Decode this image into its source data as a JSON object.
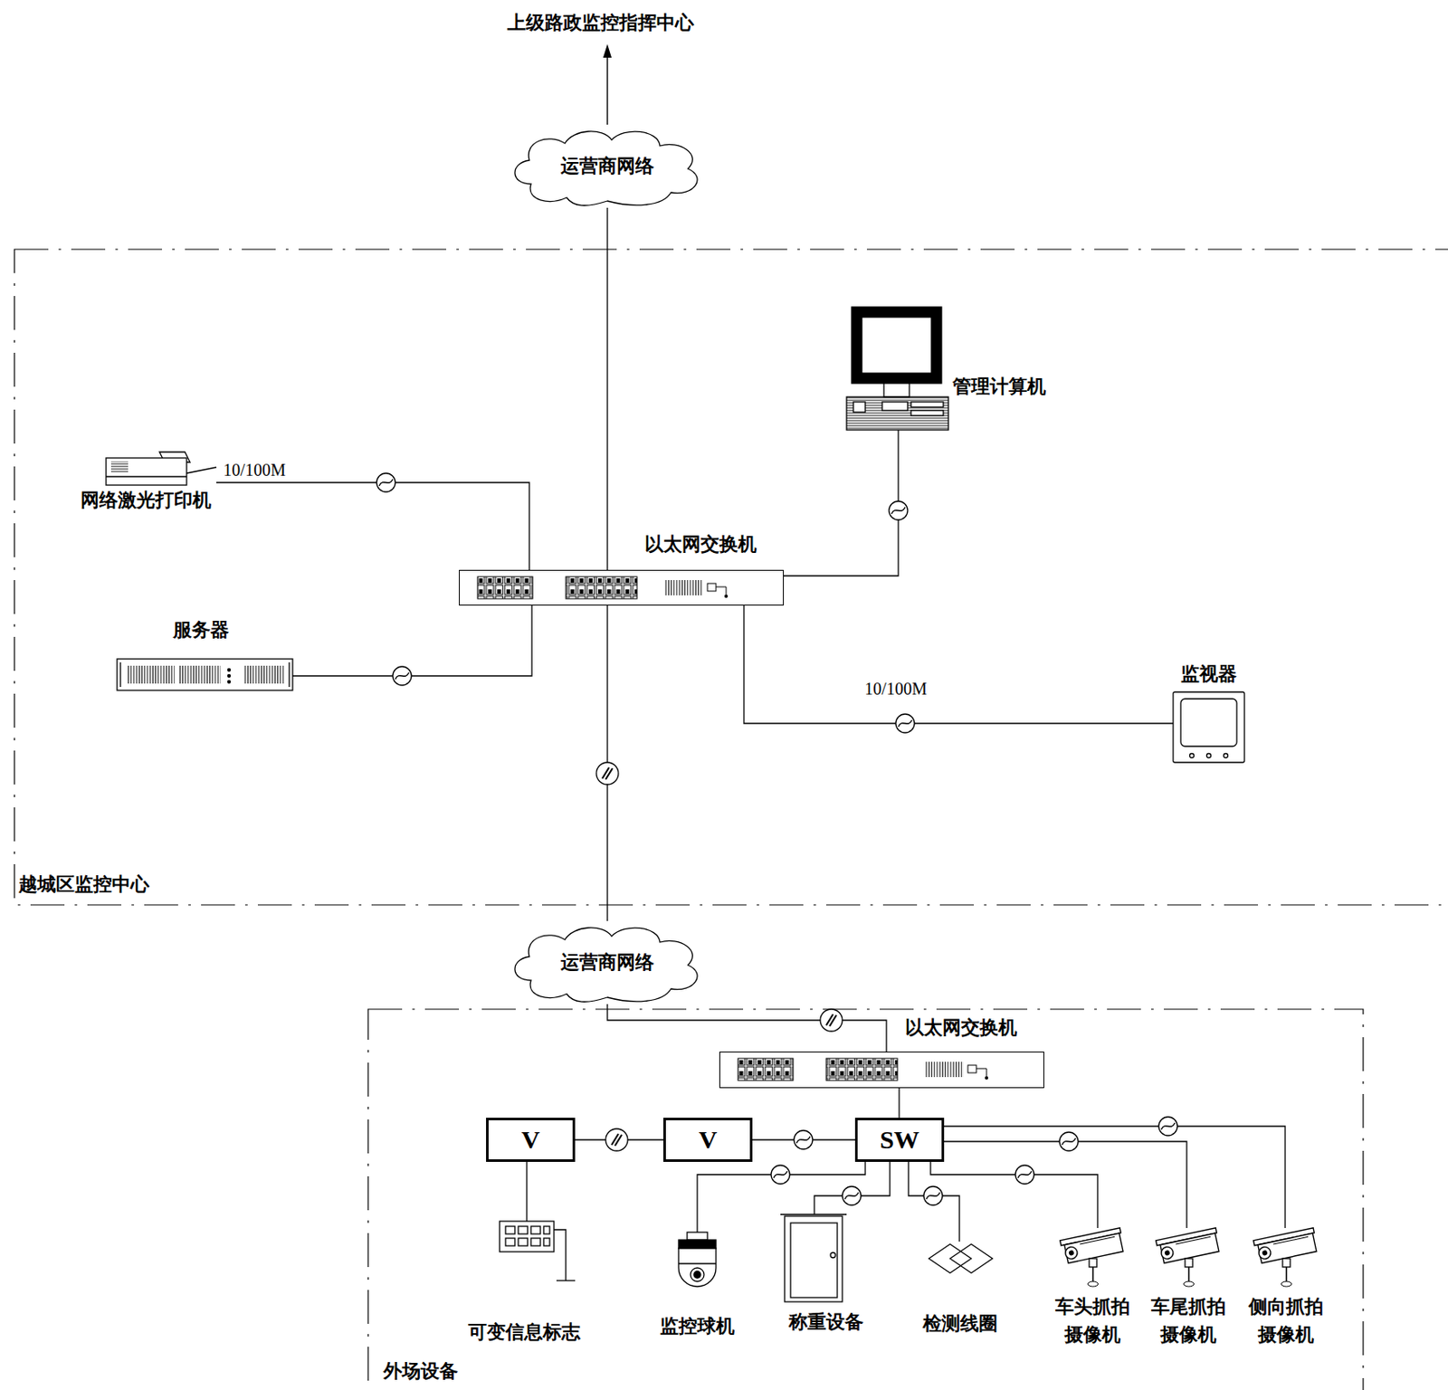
{
  "diagram": {
    "nodes": [
      {
        "text": [
          "运营商网络"
        ]
      },
      {
        "text": [
          "越城区监控中心"
        ]
      },
      {
        "text": [
          "网络激光打印机"
        ],
        "in": 1
      },
      {
        "text": [
          "服务器"
        ],
        "in": 1
      },
      {
        "text": [
          "以太网交换机"
        ],
        "in": 1
      },
      {
        "text": [
          "管理计算机"
        ],
        "in": 1
      },
      {
        "text": [
          "监视器"
        ],
        "in": 1
      },
      {
        "text": [
          "运营商网络"
        ]
      },
      {
        "text": [
          "外场设备"
        ]
      },
      {
        "text": [
          "以太网交换机"
        ],
        "in": 8
      },
      {
        "text": [
          "V"
        ],
        "in": 8
      },
      {
        "text": [
          "V"
        ],
        "in": 8
      },
      {
        "text": [
          "SW"
        ],
        "in": 8
      },
      {
        "text": [
          "可变信息标志"
        ],
        "in": 8
      },
      {
        "text": [
          "监控球机"
        ],
        "in": 8
      },
      {
        "text": [
          "称重设备"
        ],
        "in": 8
      },
      {
        "text": [
          "检测线圈"
        ],
        "in": 8
      },
      {
        "text": [
          "车头抓拍 摄像机"
        ],
        "in": 8
      },
      {
        "text": [
          "车尾抓拍 摄像机"
        ],
        "in": 8
      },
      {
        "text": [
          "侧向抓拍 摄像机"
        ],
        "in": 8
      }
    ],
    "edges": [
      {
        "from": 0,
        "to": 4,
        "arrow": "none"
      },
      {
        "from": 4,
        "to": 2,
        "arrow": "none",
        "label": "10/100M"
      },
      {
        "from": 4,
        "to": 3,
        "arrow": "none"
      },
      {
        "from": 4,
        "to": 5,
        "arrow": "none"
      },
      {
        "from": 4,
        "to": 6,
        "arrow": "none",
        "label": "10/100M"
      },
      {
        "from": 4,
        "to": 7,
        "arrow": "none"
      },
      {
        "from": 7,
        "to": 9,
        "arrow": "none"
      },
      {
        "from": 9,
        "to": 12,
        "arrow": "none"
      },
      {
        "from": 12,
        "to": 11,
        "arrow": "none"
      },
      {
        "from": 11,
        "to": 10,
        "arrow": "none"
      },
      {
        "from": 10,
        "to": 13,
        "arrow": "none"
      },
      {
        "from": 12,
        "to": 14,
        "arrow": "none"
      },
      {
        "from": 12,
        "to": 15,
        "arrow": "none"
      },
      {
        "from": 12,
        "to": 16,
        "arrow": "none"
      },
      {
        "from": 12,
        "to": 17,
        "arrow": "none"
      },
      {
        "from": 12,
        "to": 18,
        "arrow": "none"
      },
      {
        "from": 12,
        "to": 19,
        "arrow": "none"
      }
    ],
    "labels": [
      "上级路政监控指挥中心"
    ]
  }
}
